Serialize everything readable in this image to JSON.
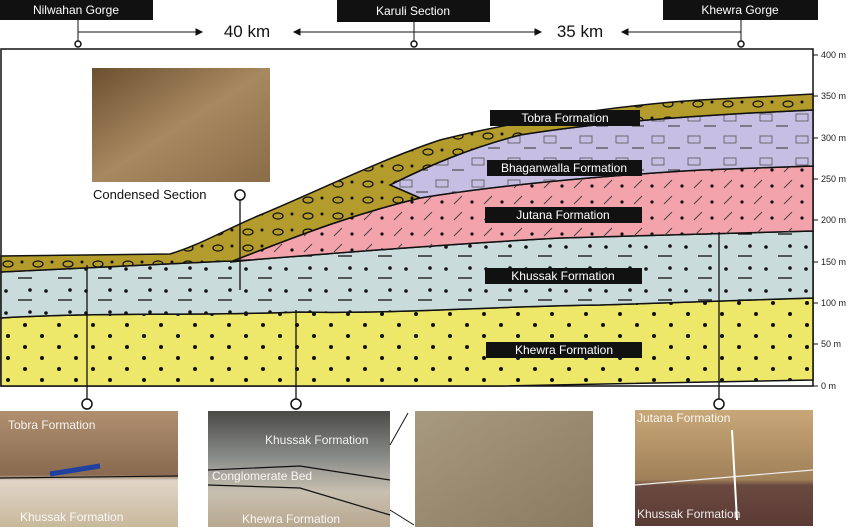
{
  "locations": [
    "Nilwahan Gorge",
    "Karuli Section",
    "Khewra Gorge"
  ],
  "distances": [
    "40 km",
    "35 km"
  ],
  "scale_ticks": [
    "400 m",
    "350 m",
    "300 m",
    "250 m",
    "200 m",
    "150 m",
    "100 m",
    "50 m",
    "0 m"
  ],
  "formations": {
    "tobra": "Tobra Formation",
    "bhaganwalla": "Bhaganwalla Formation",
    "jutana": "Jutana Formation",
    "khussak": "Khussak Formation",
    "khewra": "Khewra Formation"
  },
  "condensed_caption": "Condensed Section",
  "photos": {
    "p1": {
      "top": "Tobra Formation",
      "bottom": "Khussak Formation"
    },
    "p2": {
      "top": "Khussak Formation",
      "mid": "Conglomerate Bed",
      "bottom": "Khewra Formation"
    },
    "p4": {
      "top": "Jutana Formation",
      "bottom": "Khussak Formation"
    }
  },
  "colors": {
    "tobra": "#b39b2c",
    "bhaganwalla": "#c6bfe3",
    "jutana": "#f2a3ab",
    "khussak": "#c9dcdb",
    "khewra": "#eee86a"
  }
}
